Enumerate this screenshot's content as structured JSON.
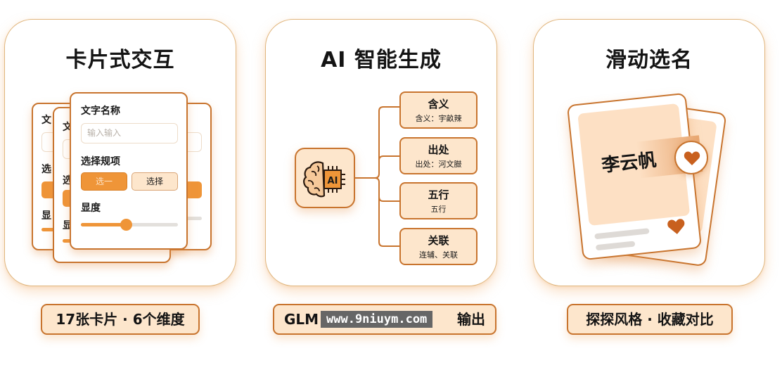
{
  "panels": [
    {
      "title": "卡片式交互",
      "card": {
        "name_label": "文字名称",
        "input_placeholder": "输入输入",
        "select_label": "选择规项",
        "option_selected": "选一",
        "option_other": "选择",
        "slider_label": "显度",
        "slider_value_pct": 45
      },
      "back_card_fragments": {
        "name_label": "文",
        "select_label": "选",
        "slider_label": "显"
      },
      "tag": "17张卡片 · 6个维度"
    },
    {
      "title": "AI 智能生成",
      "ai_icon_label": "AI",
      "nodes": [
        {
          "title": "含义",
          "sub": "含义：宇畝辣"
        },
        {
          "title": "出处",
          "sub": "出处：河文臌"
        },
        {
          "title": "五行",
          "sub": "五行"
        },
        {
          "title": "关联",
          "sub": "连辅、关联"
        }
      ],
      "tag_prefix": "GLM",
      "tag_suffix": "输出",
      "watermark": "www.9niuym.com"
    },
    {
      "title": "滑动选名",
      "name_shown": "李云帆",
      "tag": "探探风格 · 收藏对比"
    }
  ],
  "colors": {
    "accent": "#ef9538",
    "border": "#c8742e",
    "light_fill": "#fde6cc",
    "heart": "#c8601e",
    "panel_border": "#e0b67e"
  }
}
